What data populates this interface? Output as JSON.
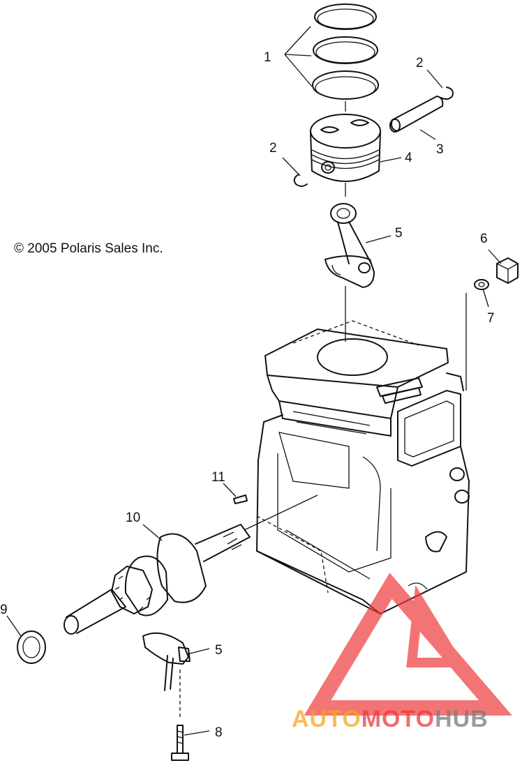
{
  "copyright": "© 2005 Polaris Sales Inc.",
  "labels": {
    "l1": "1",
    "l2a": "2",
    "l2b": "2",
    "l3": "3",
    "l4": "4",
    "l5a": "5",
    "l5b": "5",
    "l6": "6",
    "l7": "7",
    "l8": "8",
    "l9": "9",
    "l10": "10",
    "l11": "11"
  },
  "watermark": {
    "part1": "AUTO",
    "part2": "MOTO",
    "part3": "HUB",
    "colors": {
      "orange": "#f5a623",
      "red": "#ee3a3a",
      "gray": "#7a7a7a"
    }
  },
  "icons": {
    "logo": "triangle-logo-icon"
  }
}
